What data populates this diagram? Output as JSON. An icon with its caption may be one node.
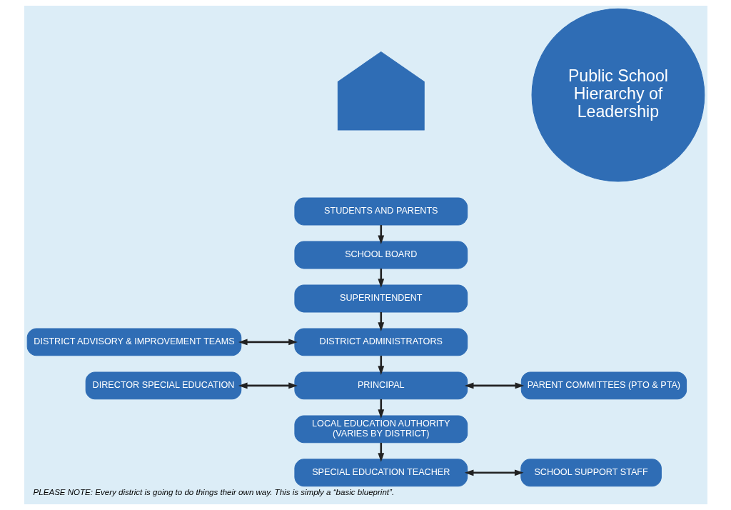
{
  "diagram": {
    "caption": "PLEASE NOTE: Every district is going to do things their own way. This is simply a “basic blueprint”.",
    "nodes": [
      {
        "text": [],
        "shape": "house"
      },
      {
        "text": [
          "Public School Hierarchy of Leadership"
        ]
      },
      {
        "text": [
          "STUDENTS AND PARENTS"
        ]
      },
      {
        "text": [
          "SCHOOL BOARD"
        ]
      },
      {
        "text": [
          "SUPERINTENDENT"
        ]
      },
      {
        "text": [
          "DISTRICT ADVISORY & IMPROVEMENT TEAMS"
        ]
      },
      {
        "text": [
          "DISTRICT ADMINISTRATORS"
        ]
      },
      {
        "text": [
          "DIRECTOR SPECIAL EDUCATION"
        ]
      },
      {
        "text": [
          "PRINCIPAL"
        ]
      },
      {
        "text": [
          "PARENT COMMITTEES (PTO & PTA)"
        ]
      },
      {
        "text": [
          "LOCAL EDUCATION AUTHORITY",
          "(VARIES BY DISTRICT)"
        ]
      },
      {
        "text": [
          "SPECIAL EDUCATION TEACHER"
        ]
      },
      {
        "text": [
          "SCHOOL SUPPORT STAFF"
        ]
      }
    ],
    "edges": [
      {
        "from": 2,
        "to": 3,
        "arrow": "to"
      },
      {
        "from": 3,
        "to": 4,
        "arrow": "to"
      },
      {
        "from": 4,
        "to": 6,
        "arrow": "to"
      },
      {
        "from": 5,
        "to": 6,
        "arrow": "both"
      },
      {
        "from": 6,
        "to": 8,
        "arrow": "to"
      },
      {
        "from": 7,
        "to": 8,
        "arrow": "both"
      },
      {
        "from": 8,
        "to": 9,
        "arrow": "both"
      },
      {
        "from": 8,
        "to": 10,
        "arrow": "to"
      },
      {
        "from": 10,
        "to": 11,
        "arrow": "to"
      },
      {
        "from": 11,
        "to": 12,
        "arrow": "both"
      }
    ]
  }
}
